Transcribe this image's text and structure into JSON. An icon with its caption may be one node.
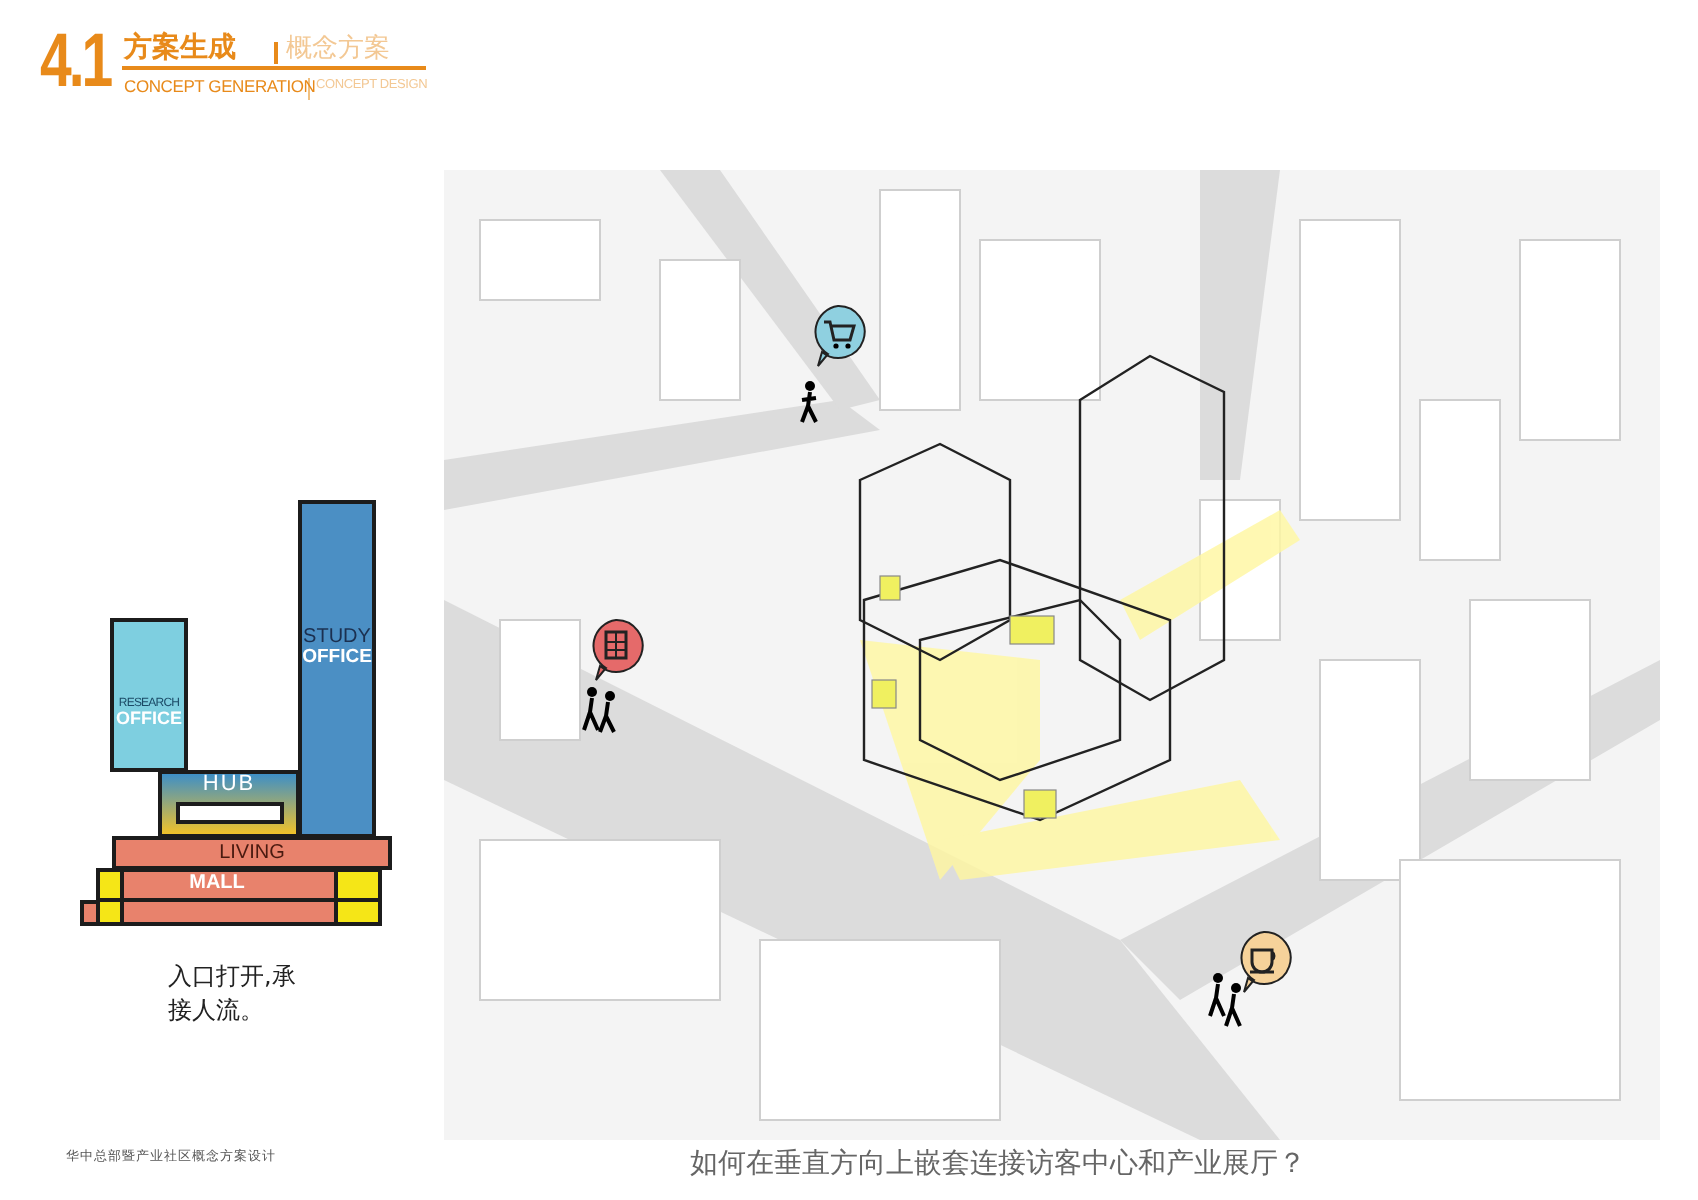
{
  "diagram": {
    "nodes": [
      {
        "text": [
          "RESEARCH",
          "OFFICE"
        ]
      },
      {
        "text": [
          "STUDY",
          "OFFICE"
        ]
      },
      {
        "text": [
          "HUB"
        ]
      },
      {
        "text": [
          "LIVING"
        ]
      },
      {
        "text": [
          "MALL"
        ]
      }
    ],
    "labels": [
      "4.1",
      "方案生成",
      "概念方案",
      "CONCEPT GENERATION",
      "CONCEPT DESIGN",
      "入口打开,承接人流。",
      "华中总部暨产业社区概念方案设计",
      "如何在垂直方向上嵌套连接访客中心和产业展厅？"
    ]
  }
}
